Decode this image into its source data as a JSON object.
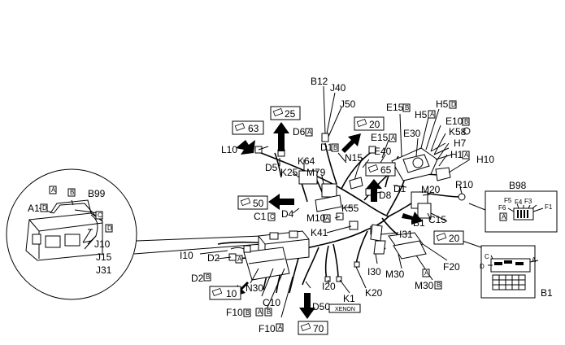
{
  "labels": {
    "B12": "B12",
    "J40": "J40",
    "J50": "J50",
    "E15B": "E15",
    "H5B": "H5",
    "H5A": "H5",
    "E10": "E10",
    "E30": "E30",
    "K58": "K58",
    "H7": "H7",
    "H1": "H1",
    "H10": "H10",
    "D6": "D6",
    "L10": "L10",
    "D5": "D5",
    "D1B": "D1",
    "E15A": "E15",
    "E40": "E40",
    "N15": "N15",
    "K64": "K64",
    "K25": "K25",
    "M79": "M79",
    "D8": "D8",
    "D1": "D1",
    "M20": "M20",
    "R10": "R10",
    "B98": "B98",
    "K55": "K55",
    "D4": "D4",
    "C1": "C1",
    "M10": "M10",
    "B1": "B1",
    "C15": "C15",
    "K41": "K41",
    "I31": "I31",
    "I10": "I10",
    "D2A": "D2",
    "D2B": "D2",
    "N30": "N30",
    "C10": "C10",
    "F10B": "F10",
    "F10A": "F10",
    "I20": "I20",
    "K1": "K1",
    "K20": "K20",
    "D50": "D50",
    "I30": "I30",
    "M30A": "M30",
    "M30B": "M30",
    "F20": "F20",
    "A1": "A1",
    "B99": "B99",
    "J10": "J10",
    "J15": "J15",
    "J31": "J31",
    "F1": "F1",
    "F3": "F3",
    "F4": "F4",
    "F5": "F5",
    "F6": "F6",
    "B1det": "B1",
    "cC": "C",
    "cD": "D",
    "cA": "A"
  },
  "letters": {
    "A": "A",
    "B": "B",
    "C": "C",
    "D": "D"
  },
  "xenon": "XENON",
  "refs": [
    "63",
    "25",
    "20",
    "65",
    "50",
    "20",
    "10",
    "70"
  ]
}
